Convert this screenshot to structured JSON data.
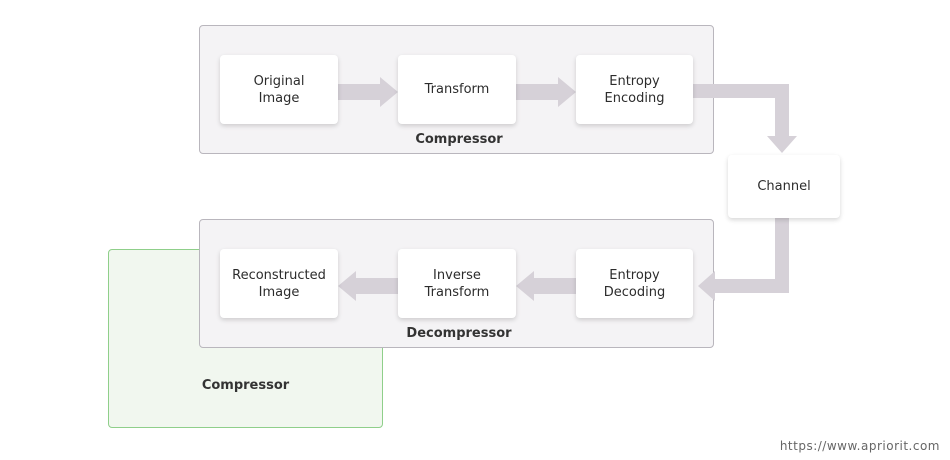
{
  "compressor": {
    "label": "Compressor",
    "nodes": [
      "Original\nImage",
      "Transform",
      "Entropy\nEncoding"
    ]
  },
  "channel": {
    "label": "Channel"
  },
  "decompressor": {
    "label": "Decompressor",
    "nodes": [
      "Reconstructed\nImage",
      "Inverse\nTransform",
      "Entropy\nDecoding"
    ]
  },
  "overlay_group": {
    "label": "Compressor"
  },
  "footer": {
    "url": "https://www.apriorit.com"
  },
  "colors": {
    "arrow": "#d6d1d8",
    "group_fill": "#f4f3f5",
    "group_border": "#b9b6bd",
    "highlight_fill": "#f1f7ef",
    "highlight_border": "#8fcf8a"
  }
}
